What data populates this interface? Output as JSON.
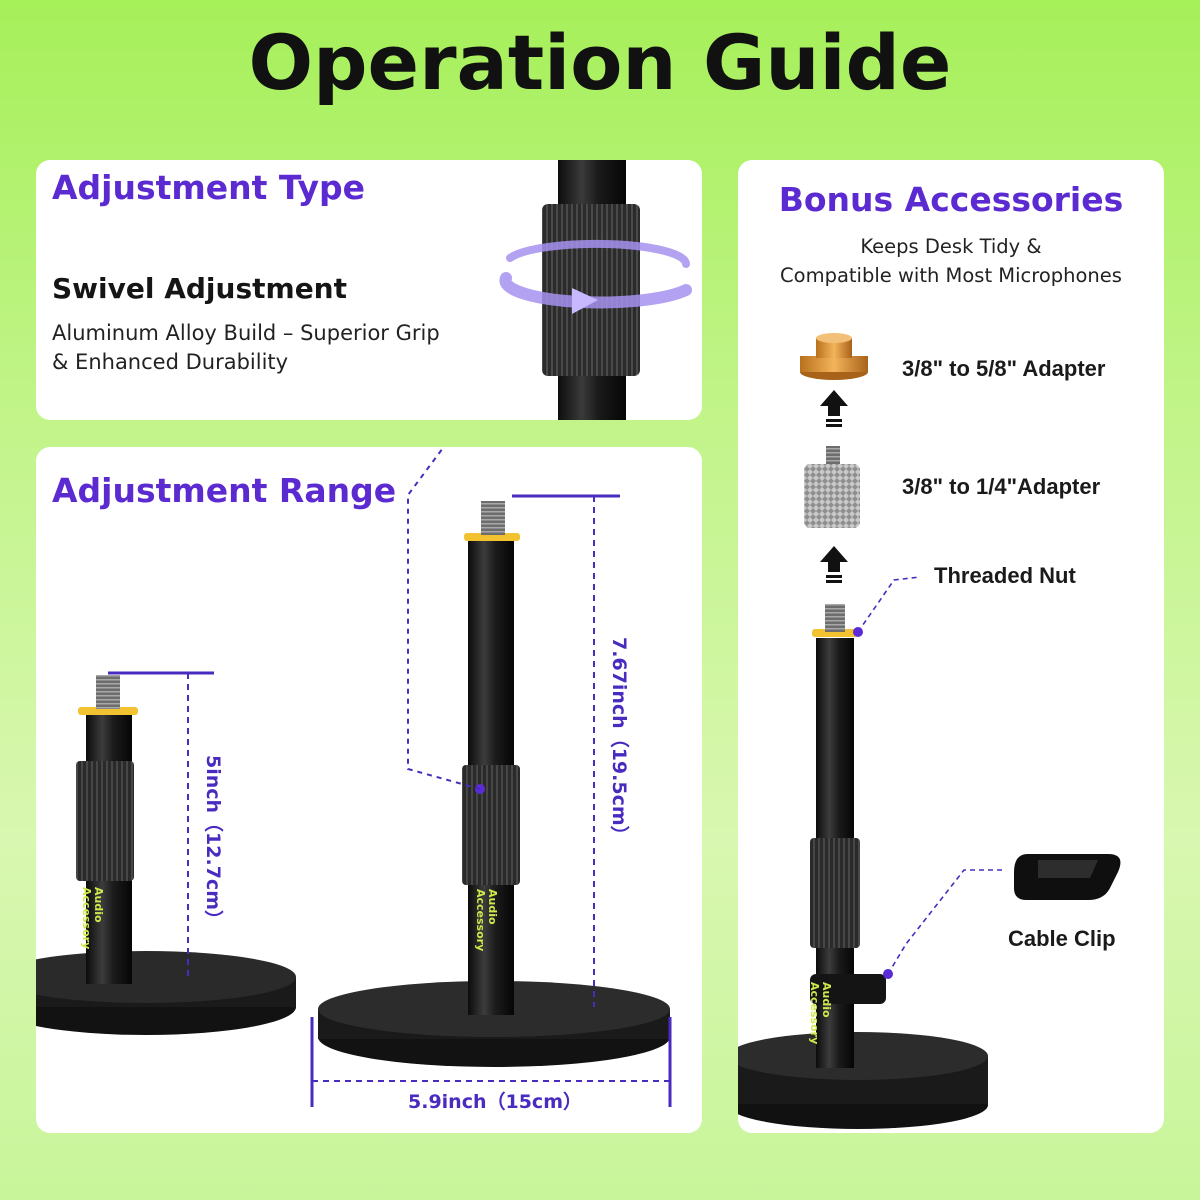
{
  "header": {
    "title": "Operation Guide"
  },
  "adjustment_type": {
    "heading": "Adjustment Type",
    "subheading": "Swivel Adjustment",
    "description_line1": "Aluminum Alloy Build – Superior Grip",
    "description_line2": "& Enhanced Durability"
  },
  "adjustment_range": {
    "heading": "Adjustment Range",
    "short_height": "5inch（12.7cm）",
    "tall_height": "7.67inch（19.5cm）",
    "base_width": "5.9inch（15cm）"
  },
  "bonus": {
    "heading": "Bonus Accessories",
    "subtitle_line1": "Keeps Desk Tidy &",
    "subtitle_line2": "Compatible with Most Microphones",
    "items": [
      {
        "label": "3/8\" to 5/8\" Adapter"
      },
      {
        "label": "3/8\" to 1/4\"Adapter"
      },
      {
        "label": "Threaded Nut"
      },
      {
        "label": "Cable Clip"
      }
    ]
  },
  "brand": {
    "line1": "Audio",
    "line2": "Accessory"
  },
  "colors": {
    "accent": "#5b2ad0",
    "dimension": "#4a2bbf",
    "background": "#b6f26f",
    "stand": "#1c1c1c",
    "brass": "#e2962e",
    "ring": "#f2c230"
  }
}
